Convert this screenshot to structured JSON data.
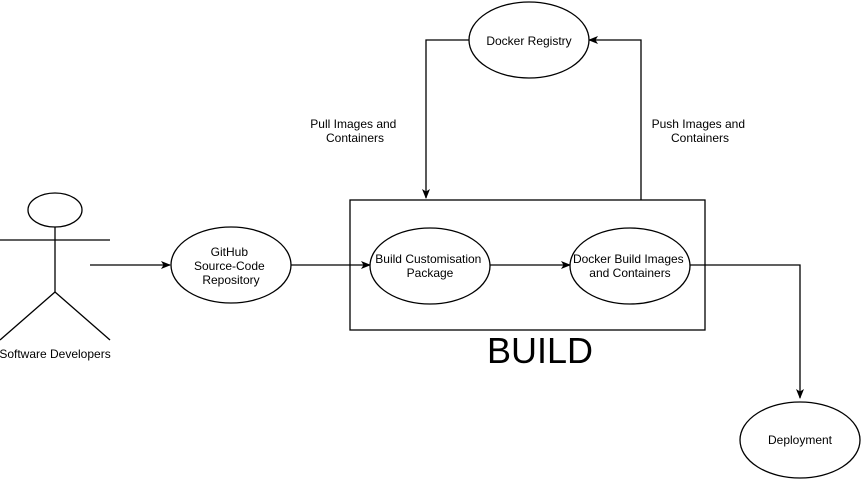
{
  "actor": {
    "label": "Software Developers"
  },
  "nodes": {
    "github": {
      "line1": "GitHub",
      "line2": "Source-Code",
      "line3": "Repository"
    },
    "registry": {
      "label": "Docker Registry"
    },
    "customisation": {
      "line1": "Build Customisation",
      "line2": "Package"
    },
    "docker_build": {
      "line1": "Docker Build Images",
      "line2": "and Containers"
    },
    "deployment": {
      "label": "Deployment"
    }
  },
  "edges": {
    "pull": {
      "line1": "Pull Images and",
      "line2": "Containers"
    },
    "push": {
      "line1": "Push Images and",
      "line2": "Containers"
    }
  },
  "build_box": {
    "title": "BUILD"
  },
  "colors": {
    "stroke": "#000000",
    "fill": "#ffffff"
  }
}
